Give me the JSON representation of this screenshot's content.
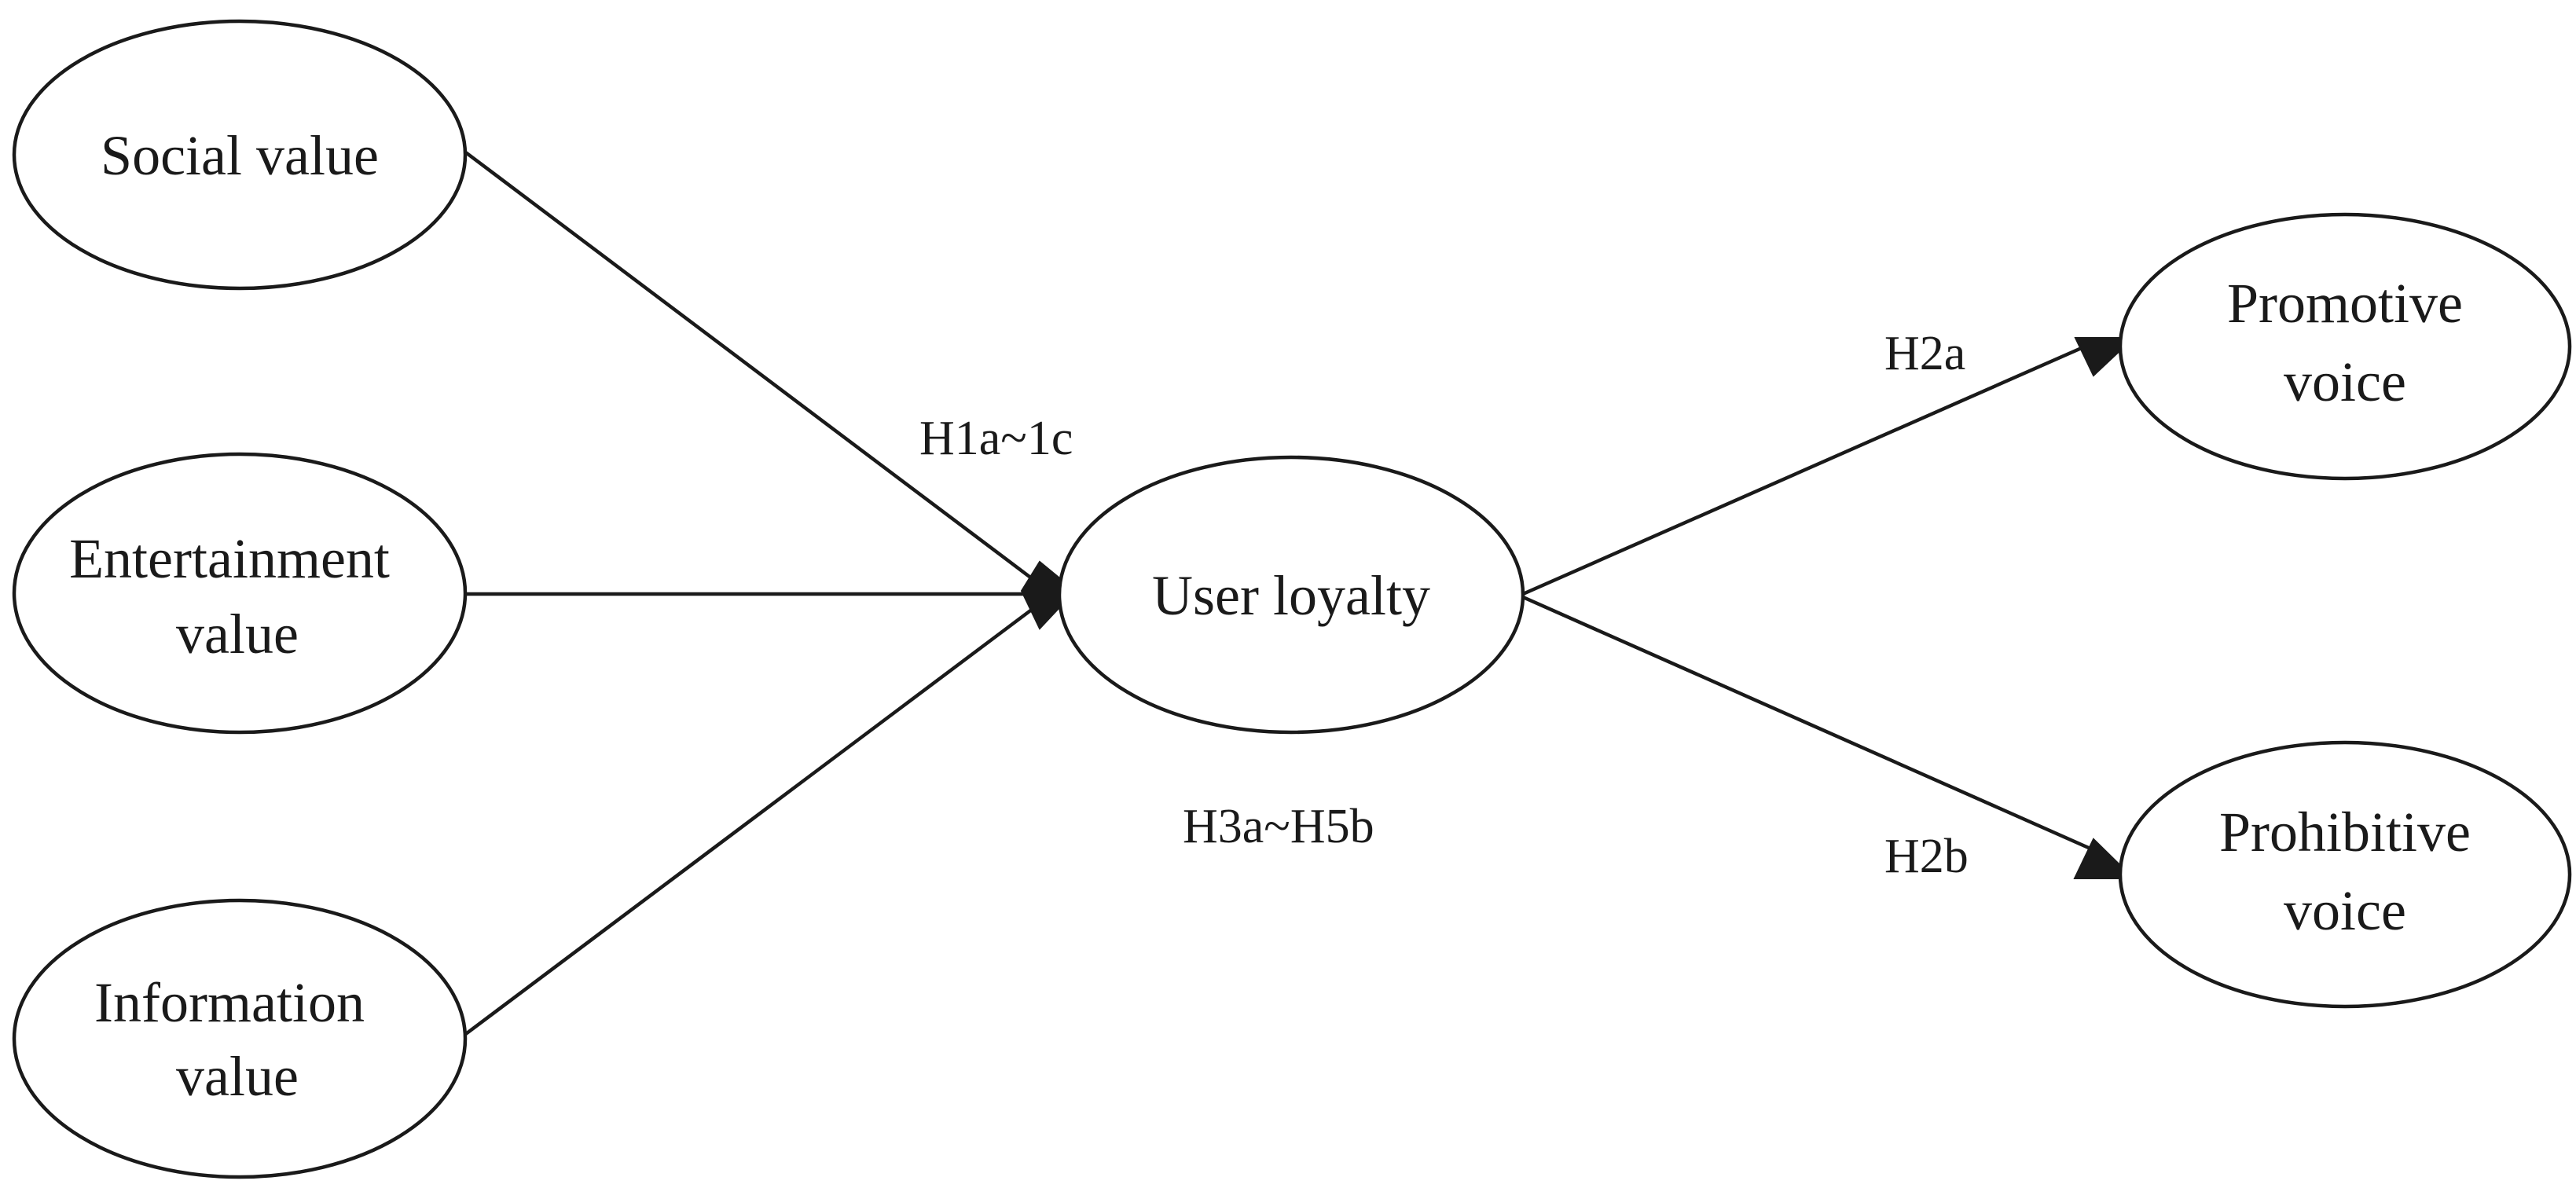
{
  "nodes": {
    "social": {
      "lines": [
        "Social value"
      ]
    },
    "entertainment": {
      "lines": [
        "Entertainment",
        "value"
      ]
    },
    "information": {
      "lines": [
        "Information",
        "value"
      ]
    },
    "loyalty": {
      "lines": [
        "User loyalty"
      ]
    },
    "promotive": {
      "lines": [
        "Promotive",
        "voice"
      ]
    },
    "prohibitive": {
      "lines": [
        "Prohibitive",
        "voice"
      ]
    }
  },
  "edges": {
    "h1_label": "H1a~1c",
    "h2a_label": "H2a",
    "h2b_label": "H2b",
    "moderation_label": "H3a~H5b"
  },
  "colors": {
    "stroke": "#1a1a1a",
    "background": "#ffffff"
  }
}
